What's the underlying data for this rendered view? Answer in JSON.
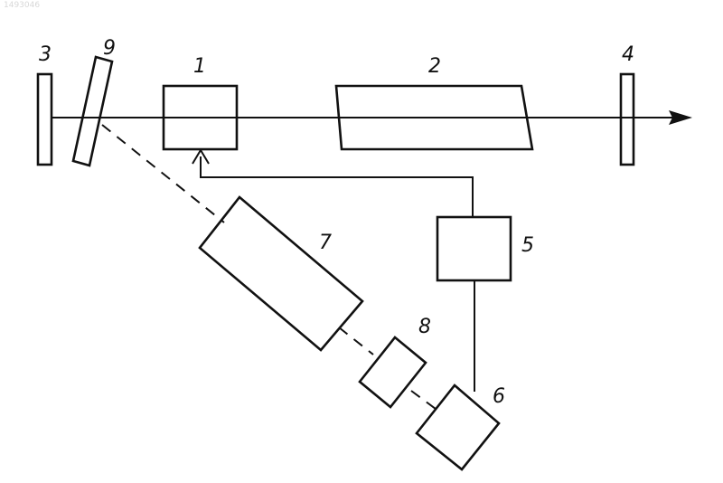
{
  "watermark": "1493046",
  "labels": {
    "l1": "1",
    "l2": "2",
    "l3": "3",
    "l4": "4",
    "l5": "5",
    "l6": "6",
    "l7": "7",
    "l8": "8",
    "l9": "9"
  }
}
